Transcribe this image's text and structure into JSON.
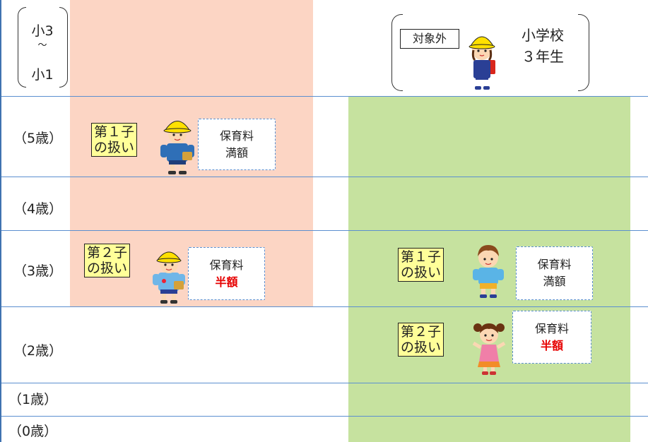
{
  "header": {
    "left_grade_top": "小3",
    "left_grade_wave": "〜",
    "left_grade_bottom": "小1",
    "excluded_label": "対象外",
    "right_grade_line1": "小学校",
    "right_grade_line2": "３年生"
  },
  "ages": [
    "（5歳）",
    "（4歳）",
    "（3歳）",
    "（2歳）",
    "（1歳）",
    "（0歳）"
  ],
  "left_column": {
    "row5_label": [
      "第１子",
      "の扱い"
    ],
    "row5_fee": [
      "保育料",
      "満額"
    ],
    "row3_label": [
      "第２子",
      "の扱い"
    ],
    "row3_fee": [
      "保育料",
      "半額"
    ]
  },
  "right_column": {
    "row3_label": [
      "第１子",
      "の扱い"
    ],
    "row3_fee": [
      "保育料",
      "満額"
    ],
    "row2_label": [
      "第２子",
      "の扱い"
    ],
    "row2_fee": [
      "保育料",
      "半額"
    ]
  },
  "colors": {
    "left_band": "#fcd5c4",
    "right_band": "#c6e29f",
    "line": "#5b8fd0",
    "label_fill": "#ffff99",
    "half_text": "#e60000"
  },
  "icons": [
    "boy-yellow-hat-icon",
    "girl-yellow-hat-icon",
    "boy-bag-icon",
    "boy-blue-shirt-icon",
    "girl-pigtails-icon"
  ]
}
